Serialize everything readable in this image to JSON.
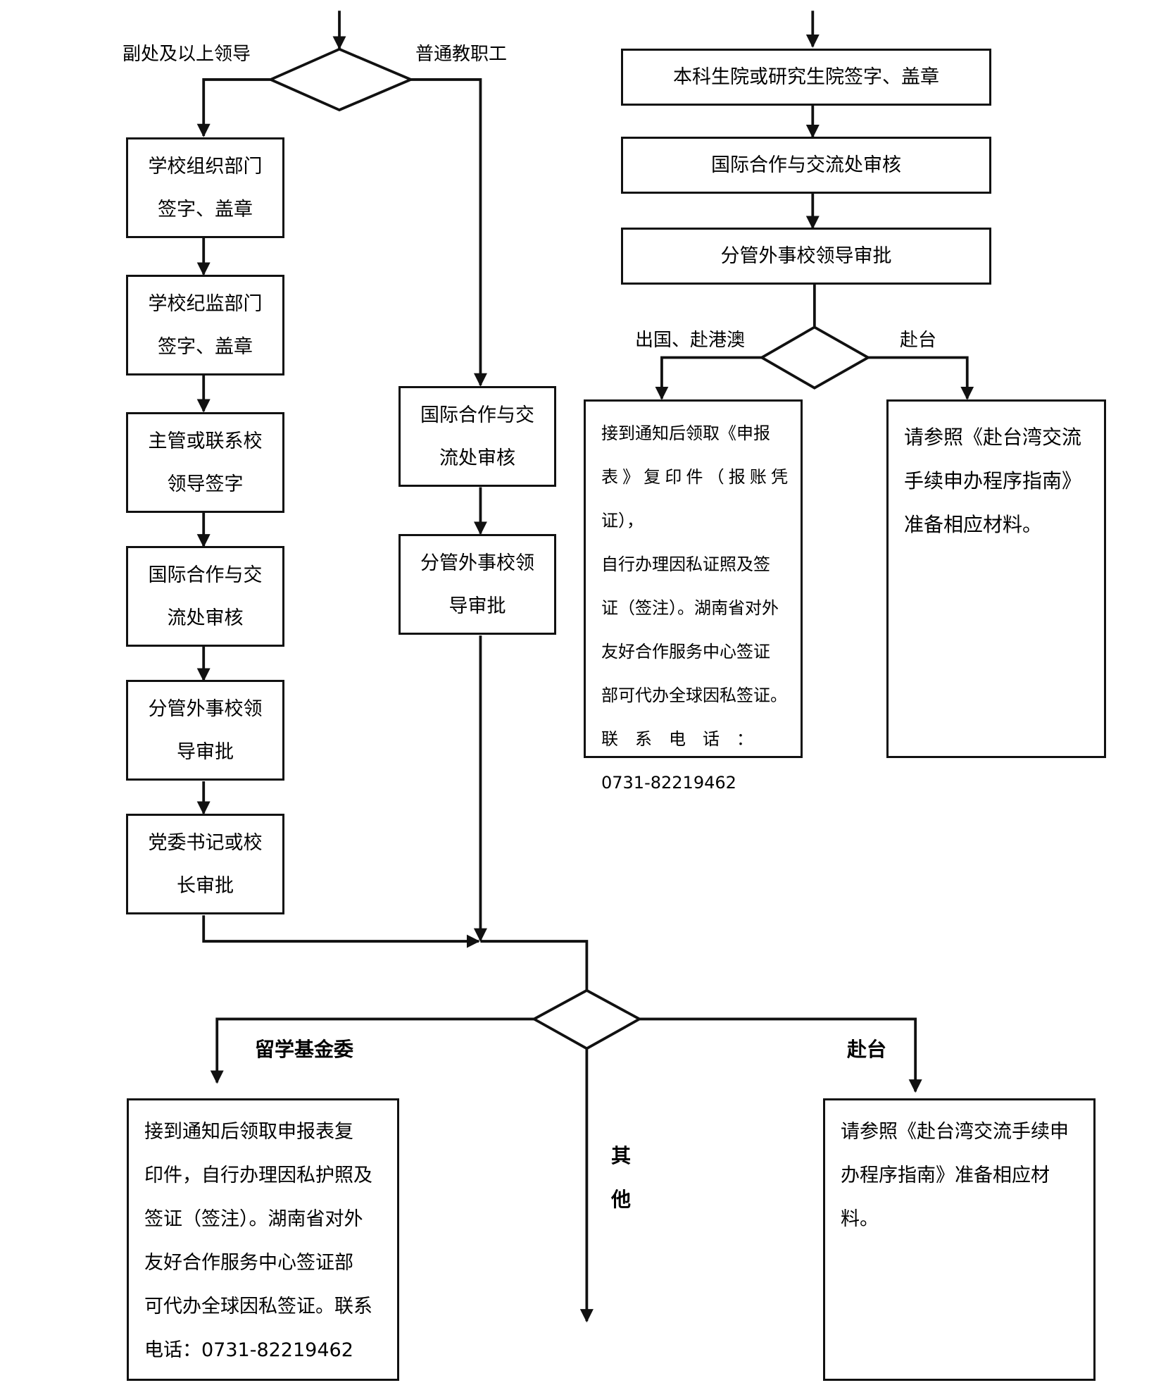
{
  "left_branch": {
    "decision_labels": {
      "left": "副处及以上领导",
      "right": "普通教职工"
    },
    "senior_steps": [
      {
        "line1": "学校组织部门",
        "line2": "签字、盖章"
      },
      {
        "line1": "学校纪监部门",
        "line2": "签字、盖章"
      },
      {
        "line1": "主管或联系校",
        "line2": "领导签字"
      },
      {
        "line1": "国际合作与交",
        "line2": "流处审核"
      },
      {
        "line1": "分管外事校领",
        "line2": "导审批"
      },
      {
        "line1": "党委书记或校",
        "line2": "长审批"
      }
    ],
    "staff_steps": [
      {
        "line1": "国际合作与交",
        "line2": "流处审核"
      },
      {
        "line1": "分管外事校领",
        "line2": "导审批"
      }
    ]
  },
  "right_branch": {
    "steps": [
      "本科生院或研究生院签字、盖章",
      "国际合作与交流处审核",
      "分管外事校领导审批"
    ],
    "decision_labels": {
      "left": "出国、赴港澳",
      "right": "赴台"
    },
    "abroad_box": {
      "lines": [
        "接到通知后领取《申报",
        "表》复印件（报账凭证），",
        "自行办理因私证照及签",
        "证（签注）。湖南省对外",
        "友好合作服务中心签证",
        "部可代办全球因私签证。",
        "联　系　电　话　：",
        "0731-82219462"
      ]
    },
    "taiwan_box": {
      "lines": [
        "请参照《赴台湾交流",
        "手续申办程序指南》",
        "准备相应材料。"
      ]
    }
  },
  "bottom": {
    "decision_labels": {
      "left": "留学基金委",
      "middle": "其他",
      "right": "赴台"
    },
    "csc_box": {
      "lines": [
        "接到通知后领取申报表复",
        "印件，自行办理因私护照及",
        "签证（签注）。湖南省对外",
        "友好合作服务中心签证部",
        "可代办全球因私签证。联系",
        "电话：0731-82219462"
      ]
    },
    "taiwan_box": {
      "lines": [
        "请参照《赴台湾交流手续申",
        "办程序指南》准备相应材",
        "料。"
      ]
    }
  }
}
